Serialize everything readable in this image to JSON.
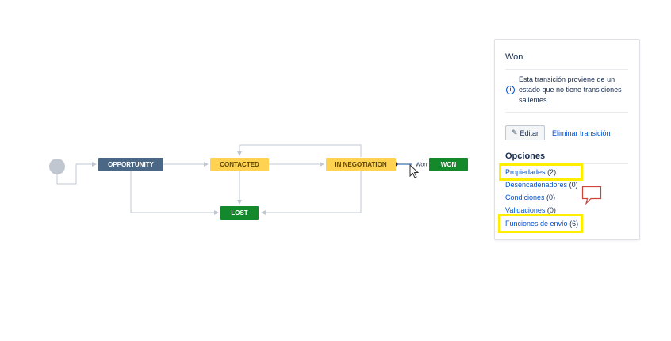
{
  "diagram": {
    "nodes": [
      {
        "id": "opportunity",
        "label": "OPPORTUNITY",
        "color": "#4a6785",
        "text_color": "#ffffff"
      },
      {
        "id": "contacted",
        "label": "CONTACTED",
        "color": "#ffd351",
        "text_color": "#594300"
      },
      {
        "id": "in_negotiation",
        "label": "IN NEGOTIATION",
        "color": "#ffd351",
        "text_color": "#594300"
      },
      {
        "id": "won",
        "label": "WON",
        "color": "#14892c",
        "text_color": "#ffffff"
      },
      {
        "id": "lost",
        "label": "LOST",
        "color": "#14892c",
        "text_color": "#ffffff"
      }
    ],
    "selected_transition_label": "Won"
  },
  "panel": {
    "title": "Won",
    "info_text": "Esta transición proviene de un estado que no tiene transiciones salientes.",
    "edit_label": "Editar",
    "delete_label": "Eliminar transición",
    "options_title": "Opciones",
    "options": [
      {
        "link": "Propiedades",
        "count": "(2)"
      },
      {
        "link": "Desencadenadores",
        "count": "(0)"
      },
      {
        "link": "Condiciones",
        "count": "(0)"
      },
      {
        "link": "Validaciones",
        "count": "(0)"
      },
      {
        "link": "Funciones de envío",
        "count": "(6)"
      }
    ]
  },
  "colors": {
    "highlight": "#ffee00",
    "link": "#0052cc",
    "comment_annotation": "#d04437"
  }
}
